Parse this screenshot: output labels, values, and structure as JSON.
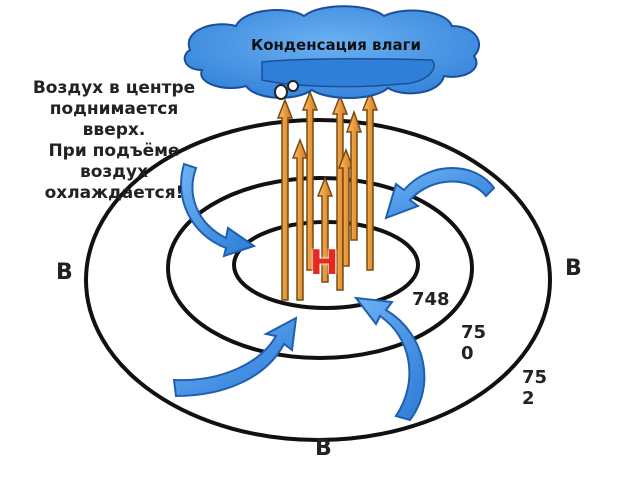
{
  "cloud": {
    "text": "Конденсация влаги"
  },
  "explanation": [
    "Воздух в центре",
    "поднимается",
    "вверх.",
    "При подъёме",
    "воздух",
    "охлаждается!"
  ],
  "center": {
    "label": "Н"
  },
  "high_pressure": {
    "left": "В",
    "right": "В",
    "bottom": "В"
  },
  "isobars": {
    "inner": "748",
    "middle": [
      "75",
      "0"
    ],
    "outer": [
      "75",
      "2"
    ]
  },
  "colors": {
    "isobar_line": "#111111",
    "wind_arrow_fill": "#3b8ee6",
    "wind_arrow_stroke": "#1f5fb0",
    "updraft_fill": "#e9a04a",
    "updraft_stroke": "#7a4a10",
    "cloud_fill": "#3f93e8",
    "cloud_stroke": "#1b4f9a",
    "low_label": "#e8281e"
  },
  "icons": {
    "wind": "curved-arrow-icon",
    "updraft": "up-arrow-icon",
    "droplet": "water-drop-icon",
    "cloud": "cloud-icon"
  }
}
